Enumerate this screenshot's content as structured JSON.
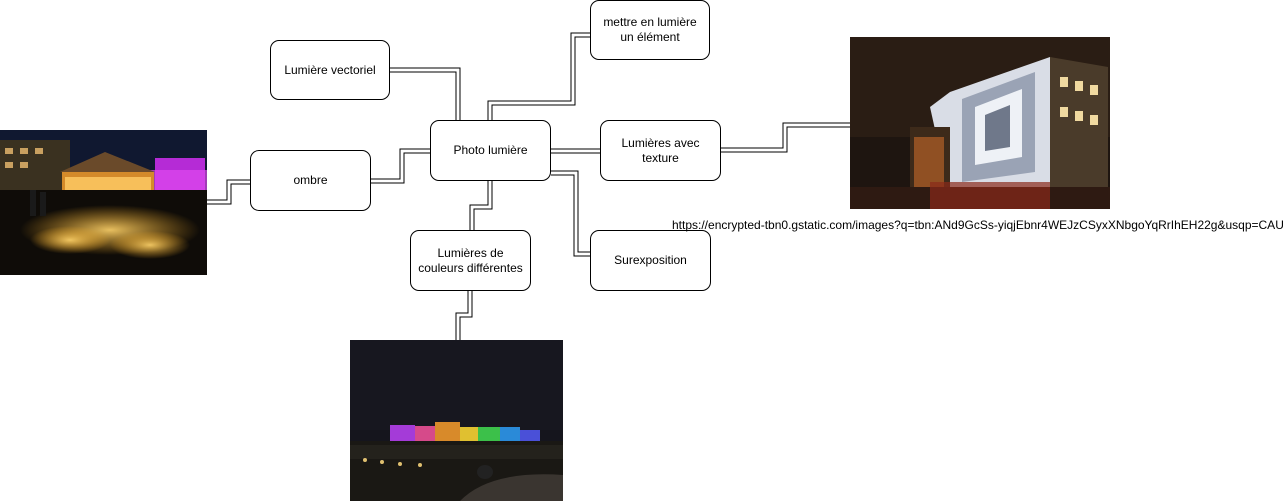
{
  "nodes": {
    "center": "Photo lumière",
    "vectoriel": "Lumière vectoriel",
    "mettre": "mettre en lumière un élément",
    "ombre": "ombre",
    "texture": "Lumières avec texture",
    "surexposition": "Surexposition",
    "couleurs": "Lumières de couleurs différentes"
  },
  "image_caption": "https://encrypted-tbn0.gstatic.com/images?q=tbn:ANd9GcSs-yiqjEbnr4WEJzCSyxXNbgoYqRrIhEH22g&usqp=CAU",
  "colors": {
    "edge": "#000000",
    "node_border": "#000000",
    "night_sky": "#15120f"
  }
}
